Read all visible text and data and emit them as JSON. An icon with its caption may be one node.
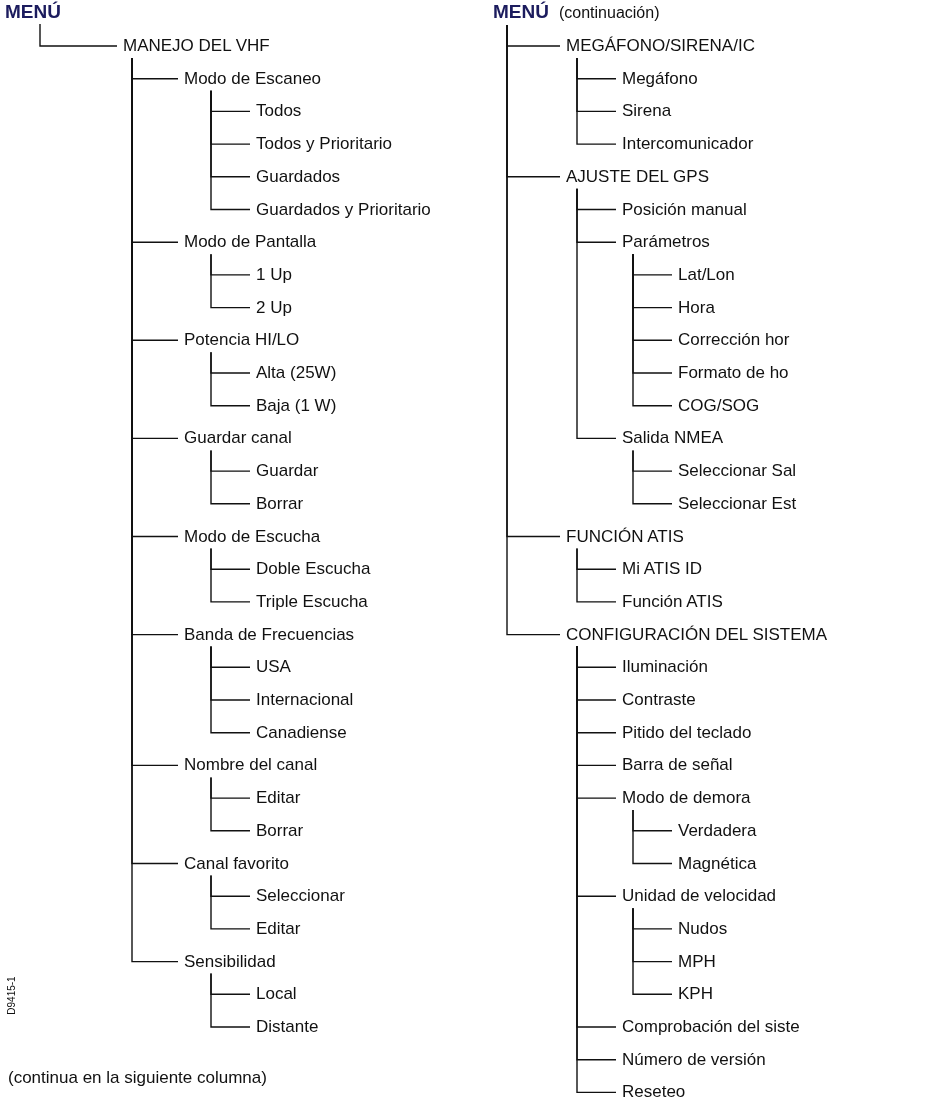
{
  "diagram": {
    "nodes": [
      {
        "text": [
          "MENÚ"
        ]
      },
      {
        "text": [
          "MANEJO DEL VHF"
        ]
      },
      {
        "text": [
          "Modo de Escaneo"
        ]
      },
      {
        "text": [
          "Todos"
        ]
      },
      {
        "text": [
          "Todos y Prioritario"
        ]
      },
      {
        "text": [
          "Guardados"
        ]
      },
      {
        "text": [
          "Guardados y Prioritario"
        ]
      },
      {
        "text": [
          "Modo de Pantalla"
        ]
      },
      {
        "text": [
          "1 Up"
        ]
      },
      {
        "text": [
          "2 Up"
        ]
      },
      {
        "text": [
          "Potencia HI/LO"
        ]
      },
      {
        "text": [
          "Alta (25W)"
        ]
      },
      {
        "text": [
          "Baja (1 W)"
        ]
      },
      {
        "text": [
          "Guardar canal"
        ]
      },
      {
        "text": [
          "Guardar"
        ]
      },
      {
        "text": [
          "Borrar"
        ]
      },
      {
        "text": [
          "Modo de Escucha"
        ]
      },
      {
        "text": [
          "Doble Escucha"
        ]
      },
      {
        "text": [
          "Triple Escucha"
        ]
      },
      {
        "text": [
          "Banda de Frecuencias"
        ]
      },
      {
        "text": [
          "USA"
        ]
      },
      {
        "text": [
          "Internacional"
        ]
      },
      {
        "text": [
          "Canadiense"
        ]
      },
      {
        "text": [
          "Nombre del canal"
        ]
      },
      {
        "text": [
          "Editar"
        ]
      },
      {
        "text": [
          "Borrar"
        ]
      },
      {
        "text": [
          "Canal favorito"
        ]
      },
      {
        "text": [
          "Seleccionar"
        ]
      },
      {
        "text": [
          "Editar"
        ]
      },
      {
        "text": [
          "Sensibilidad"
        ]
      },
      {
        "text": [
          "Local"
        ]
      },
      {
        "text": [
          "Distante"
        ]
      },
      {
        "text": [
          "MENÚ",
          "(continuación)"
        ]
      },
      {
        "text": [
          "MEGÁFONO/SIRENA/IC"
        ]
      },
      {
        "text": [
          "Megáfono"
        ]
      },
      {
        "text": [
          "Sirena"
        ]
      },
      {
        "text": [
          "Intercomunicador"
        ]
      },
      {
        "text": [
          "AJUSTE DEL GPS"
        ]
      },
      {
        "text": [
          "Posición manual"
        ]
      },
      {
        "text": [
          "Parámetros"
        ]
      },
      {
        "text": [
          "Lat/Lon"
        ]
      },
      {
        "text": [
          "Hora"
        ]
      },
      {
        "text": [
          "Corrección hor"
        ]
      },
      {
        "text": [
          "Formato de ho"
        ]
      },
      {
        "text": [
          "COG/SOG"
        ]
      },
      {
        "text": [
          "Salida NMEA"
        ]
      },
      {
        "text": [
          "Seleccionar Sal"
        ]
      },
      {
        "text": [
          "Seleccionar Est"
        ]
      },
      {
        "text": [
          "FUNCIÓN ATIS"
        ]
      },
      {
        "text": [
          "Mi ATIS ID"
        ]
      },
      {
        "text": [
          "Función ATIS"
        ]
      },
      {
        "text": [
          "CONFIGURACIÓN DEL SISTEMA"
        ]
      },
      {
        "text": [
          "Iluminación"
        ]
      },
      {
        "text": [
          "Contraste"
        ]
      },
      {
        "text": [
          "Pitido del teclado"
        ]
      },
      {
        "text": [
          "Barra de señal"
        ]
      },
      {
        "text": [
          "Modo de demora"
        ]
      },
      {
        "text": [
          "Verdadera"
        ]
      },
      {
        "text": [
          "Magnética"
        ]
      },
      {
        "text": [
          "Unidad de velocidad"
        ]
      },
      {
        "text": [
          "Nudos"
        ]
      },
      {
        "text": [
          "MPH"
        ]
      },
      {
        "text": [
          "KPH"
        ]
      },
      {
        "text": [
          "Comprobación del siste"
        ]
      },
      {
        "text": [
          "Número de versión"
        ]
      },
      {
        "text": [
          "Reseteo"
        ]
      }
    ],
    "edges": [
      {
        "from": 0,
        "to": 1,
        "arrow": "none"
      },
      {
        "from": 1,
        "to": 2,
        "arrow": "none"
      },
      {
        "from": 2,
        "to": 3,
        "arrow": "none"
      },
      {
        "from": 2,
        "to": 4,
        "arrow": "none"
      },
      {
        "from": 2,
        "to": 5,
        "arrow": "none"
      },
      {
        "from": 2,
        "to": 6,
        "arrow": "none"
      },
      {
        "from": 1,
        "to": 7,
        "arrow": "none"
      },
      {
        "from": 7,
        "to": 8,
        "arrow": "none"
      },
      {
        "from": 7,
        "to": 9,
        "arrow": "none"
      },
      {
        "from": 1,
        "to": 10,
        "arrow": "none"
      },
      {
        "from": 10,
        "to": 11,
        "arrow": "none"
      },
      {
        "from": 10,
        "to": 12,
        "arrow": "none"
      },
      {
        "from": 1,
        "to": 13,
        "arrow": "none"
      },
      {
        "from": 13,
        "to": 14,
        "arrow": "none"
      },
      {
        "from": 13,
        "to": 15,
        "arrow": "none"
      },
      {
        "from": 1,
        "to": 16,
        "arrow": "none"
      },
      {
        "from": 16,
        "to": 17,
        "arrow": "none"
      },
      {
        "from": 16,
        "to": 18,
        "arrow": "none"
      },
      {
        "from": 1,
        "to": 19,
        "arrow": "none"
      },
      {
        "from": 19,
        "to": 20,
        "arrow": "none"
      },
      {
        "from": 19,
        "to": 21,
        "arrow": "none"
      },
      {
        "from": 19,
        "to": 22,
        "arrow": "none"
      },
      {
        "from": 1,
        "to": 23,
        "arrow": "none"
      },
      {
        "from": 23,
        "to": 24,
        "arrow": "none"
      },
      {
        "from": 23,
        "to": 25,
        "arrow": "none"
      },
      {
        "from": 1,
        "to": 26,
        "arrow": "none"
      },
      {
        "from": 26,
        "to": 27,
        "arrow": "none"
      },
      {
        "from": 26,
        "to": 28,
        "arrow": "none"
      },
      {
        "from": 1,
        "to": 29,
        "arrow": "none"
      },
      {
        "from": 29,
        "to": 30,
        "arrow": "none"
      },
      {
        "from": 29,
        "to": 31,
        "arrow": "none"
      },
      {
        "from": 32,
        "to": 33,
        "arrow": "none"
      },
      {
        "from": 33,
        "to": 34,
        "arrow": "none"
      },
      {
        "from": 33,
        "to": 35,
        "arrow": "none"
      },
      {
        "from": 33,
        "to": 36,
        "arrow": "none"
      },
      {
        "from": 32,
        "to": 37,
        "arrow": "none"
      },
      {
        "from": 37,
        "to": 38,
        "arrow": "none"
      },
      {
        "from": 37,
        "to": 39,
        "arrow": "none"
      },
      {
        "from": 39,
        "to": 40,
        "arrow": "none"
      },
      {
        "from": 39,
        "to": 41,
        "arrow": "none"
      },
      {
        "from": 39,
        "to": 42,
        "arrow": "none"
      },
      {
        "from": 39,
        "to": 43,
        "arrow": "none"
      },
      {
        "from": 39,
        "to": 44,
        "arrow": "none"
      },
      {
        "from": 37,
        "to": 45,
        "arrow": "none"
      },
      {
        "from": 45,
        "to": 46,
        "arrow": "none"
      },
      {
        "from": 45,
        "to": 47,
        "arrow": "none"
      },
      {
        "from": 32,
        "to": 48,
        "arrow": "none"
      },
      {
        "from": 48,
        "to": 49,
        "arrow": "none"
      },
      {
        "from": 48,
        "to": 50,
        "arrow": "none"
      },
      {
        "from": 32,
        "to": 51,
        "arrow": "none"
      },
      {
        "from": 51,
        "to": 52,
        "arrow": "none"
      },
      {
        "from": 51,
        "to": 53,
        "arrow": "none"
      },
      {
        "from": 51,
        "to": 54,
        "arrow": "none"
      },
      {
        "from": 51,
        "to": 55,
        "arrow": "none"
      },
      {
        "from": 51,
        "to": 56,
        "arrow": "none"
      },
      {
        "from": 56,
        "to": 57,
        "arrow": "none"
      },
      {
        "from": 56,
        "to": 58,
        "arrow": "none"
      },
      {
        "from": 51,
        "to": 59,
        "arrow": "none"
      },
      {
        "from": 59,
        "to": 60,
        "arrow": "none"
      },
      {
        "from": 59,
        "to": 61,
        "arrow": "none"
      },
      {
        "from": 59,
        "to": 62,
        "arrow": "none"
      },
      {
        "from": 51,
        "to": 63,
        "arrow": "none"
      },
      {
        "from": 51,
        "to": 64,
        "arrow": "none"
      },
      {
        "from": 51,
        "to": 65,
        "arrow": "none"
      }
    ],
    "labels": [
      "D9415-1",
      "(continua en la siguiente columna)"
    ]
  }
}
